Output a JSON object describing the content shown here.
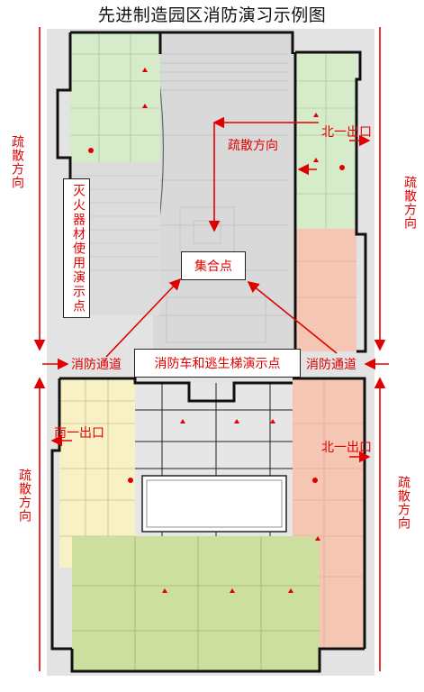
{
  "title": "先进制造园区消防演习示例图",
  "labels": {
    "evac_direction": "疏散方向",
    "north_exit_1": "北一出口",
    "south_exit_1": "南一出口",
    "assembly_point": "集合点",
    "fire_channel": "消防通道",
    "fire_truck_demo": "消防车和逃生梯演示点",
    "extinguisher_demo": "灭火器材使用演示点"
  },
  "colors": {
    "accent_red": "#e00000",
    "zone_green": "#d6ebc9",
    "zone_salmon": "#f6c6b5",
    "zone_yellow": "#f8f1c6",
    "zone_olive": "#cddf9e",
    "zone_gray": "#e6e6e6"
  }
}
